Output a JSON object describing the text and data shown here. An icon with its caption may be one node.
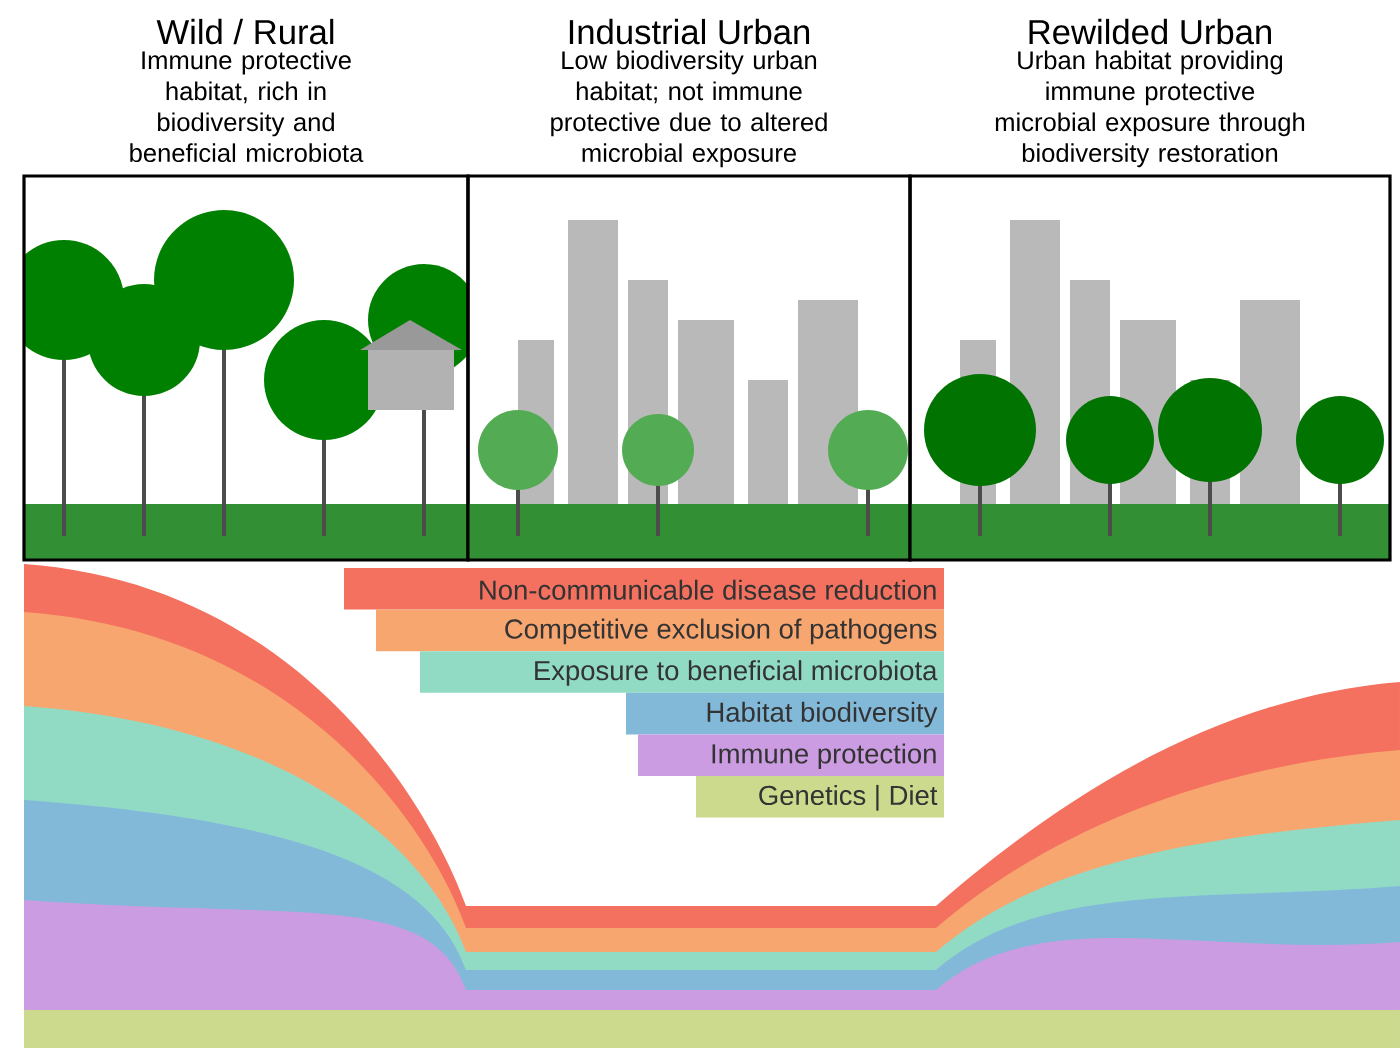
{
  "diagram": {
    "nodes": [
      {
        "text": [
          "Wild / Rural",
          "Immune protective habitat, rich in biodiversity and beneficial microbiota"
        ]
      },
      {
        "text": [
          "Industrial Urban",
          "Low biodiversity urban habitat; not immune protective due to altered microbial exposure"
        ]
      },
      {
        "text": [
          "Rewilded Urban",
          "Urban habitat providing immune protective microbial exposure through biodiversity restoration"
        ]
      }
    ],
    "legend": [
      {
        "text": "Non-communicable disease reduction",
        "color": "#f4715f"
      },
      {
        "text": "Competitive exclusion of pathogens",
        "color": "#f8a66f"
      },
      {
        "text": "Exposure to beneficial microbiota",
        "color": "#91dbc5"
      },
      {
        "text": "Habitat biodiversity",
        "color": "#82b9d9"
      },
      {
        "text": "Immune protection",
        "color": "#cc9ce2"
      },
      {
        "text": "Genetics | Diet",
        "color": "#cbda8c"
      }
    ]
  }
}
